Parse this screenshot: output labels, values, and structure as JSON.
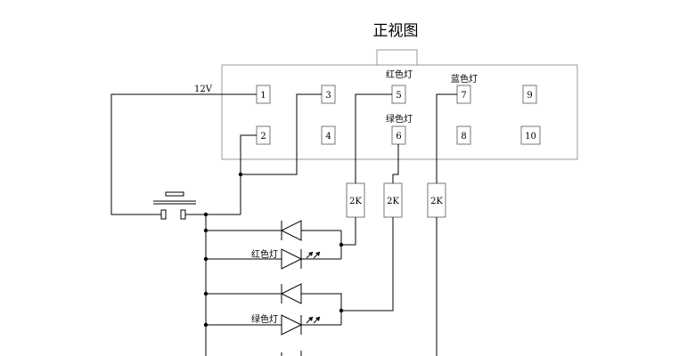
{
  "diagram": {
    "title": "正视图",
    "voltage_label": "12V",
    "pins": [
      "1",
      "2",
      "3",
      "4",
      "5",
      "6",
      "7",
      "8",
      "9",
      "10"
    ],
    "lamp_labels": {
      "red": "红色灯",
      "green": "绿色灯",
      "blue": "蓝色灯"
    },
    "resistor_value": "2K",
    "led_labels": {
      "red": "红色灯",
      "green": "绿色灯"
    }
  }
}
